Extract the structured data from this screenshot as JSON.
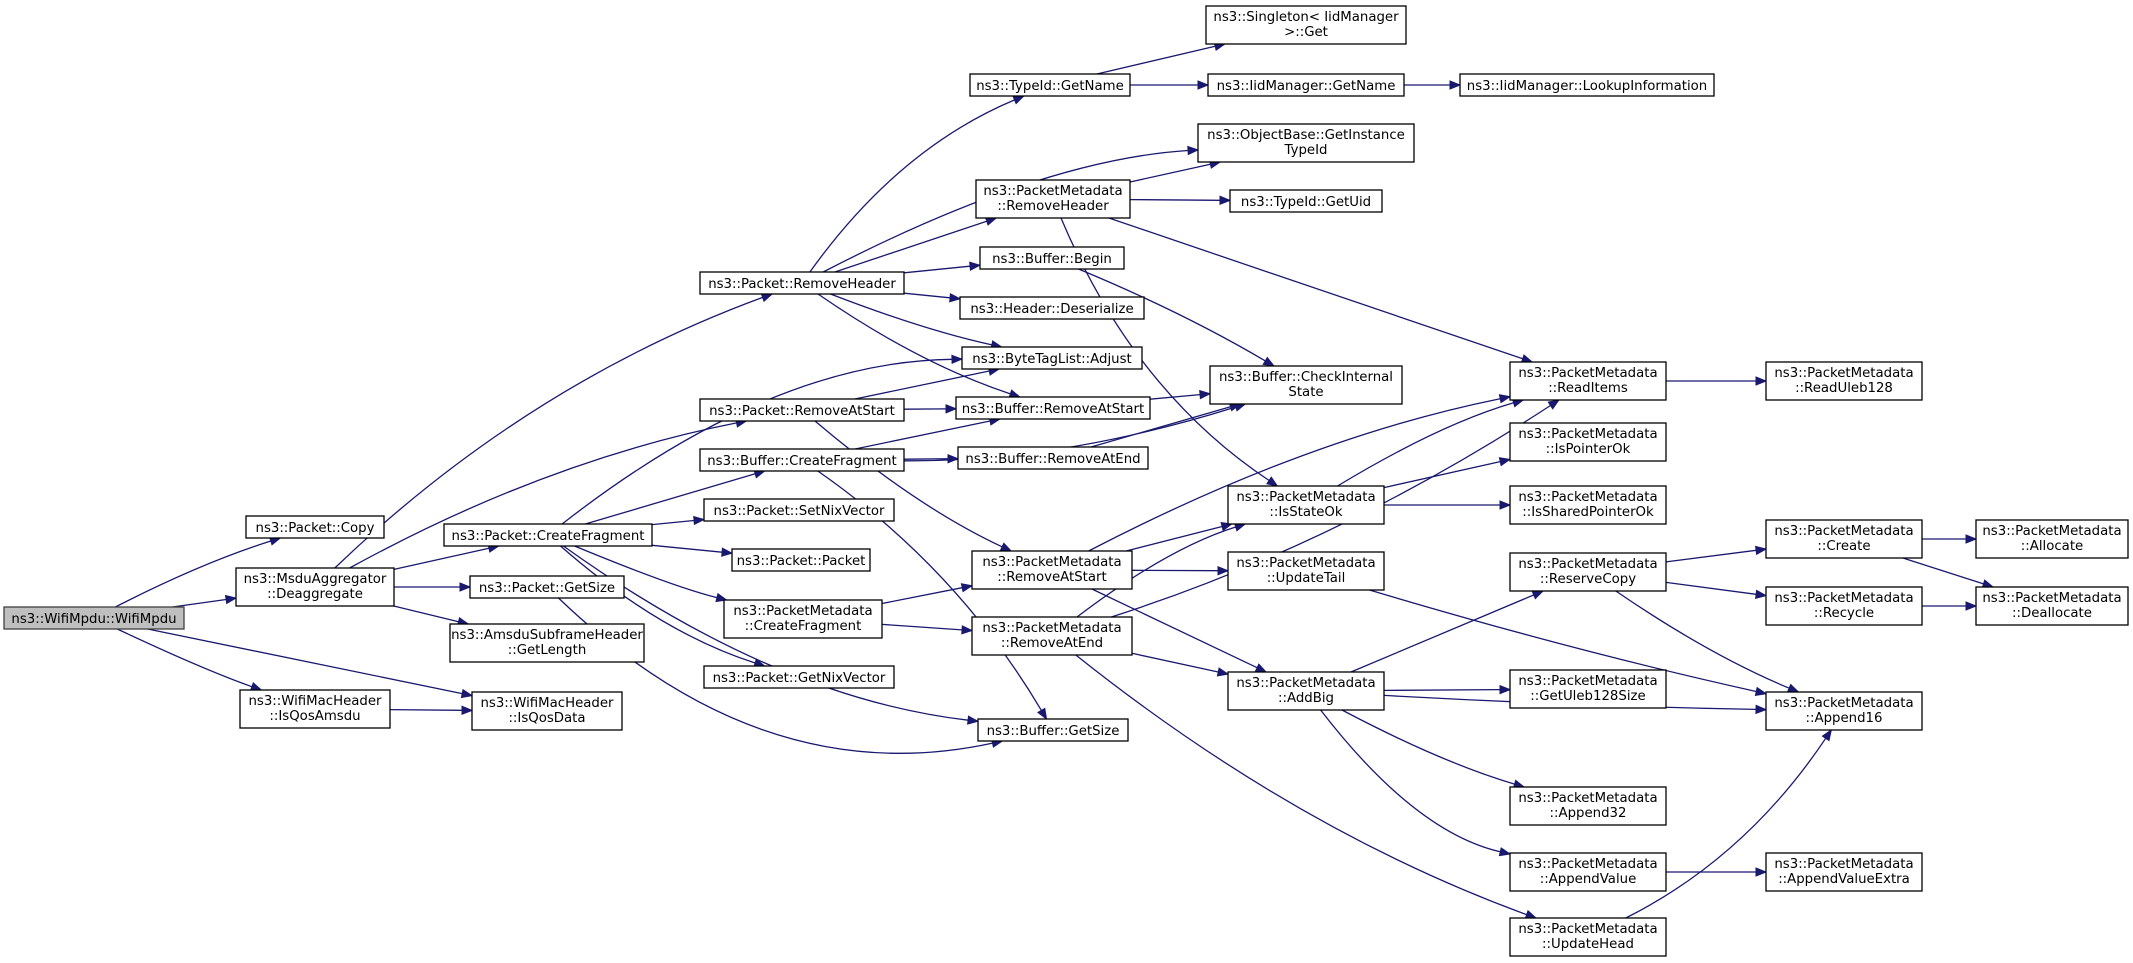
{
  "graph": {
    "nodes": [
      {
        "id": "wifi_mpdu",
        "lines": [
          "ns3::WifiMpdu::WifiMpdu"
        ],
        "root": true
      },
      {
        "id": "pkt_copy",
        "lines": [
          "ns3::Packet::Copy"
        ]
      },
      {
        "id": "msdu_deagg",
        "lines": [
          "ns3::MsduAggregator",
          "::Deaggregate"
        ]
      },
      {
        "id": "wmh_isqosamsdu",
        "lines": [
          "ns3::WifiMacHeader",
          "::IsQosAmsdu"
        ]
      },
      {
        "id": "wmh_isqosdata",
        "lines": [
          "ns3::WifiMacHeader",
          "::IsQosData"
        ]
      },
      {
        "id": "pkt_removeheader",
        "lines": [
          "ns3::Packet::RemoveHeader"
        ]
      },
      {
        "id": "pkt_removeatstart",
        "lines": [
          "ns3::Packet::RemoveAtStart"
        ]
      },
      {
        "id": "pkt_createfragment",
        "lines": [
          "ns3::Packet::CreateFragment"
        ]
      },
      {
        "id": "pkt_getsize",
        "lines": [
          "ns3::Packet::GetSize"
        ]
      },
      {
        "id": "amsdu_getlength",
        "lines": [
          "ns3::AmsduSubframeHeader",
          "::GetLength"
        ]
      },
      {
        "id": "typeid_getname",
        "lines": [
          "ns3::TypeId::GetName"
        ]
      },
      {
        "id": "buf_createfragment",
        "lines": [
          "ns3::Buffer::CreateFragment"
        ]
      },
      {
        "id": "pkt_setnixvector",
        "lines": [
          "ns3::Packet::SetNixVector"
        ]
      },
      {
        "id": "pkt_packet",
        "lines": [
          "ns3::Packet::Packet"
        ]
      },
      {
        "id": "pm_createfragment",
        "lines": [
          "ns3::PacketMetadata",
          "::CreateFragment"
        ]
      },
      {
        "id": "pkt_getnixvector",
        "lines": [
          "ns3::Packet::GetNixVector"
        ]
      },
      {
        "id": "pm_removeheader",
        "lines": [
          "ns3::PacketMetadata",
          "::RemoveHeader"
        ]
      },
      {
        "id": "buf_begin",
        "lines": [
          "ns3::Buffer::Begin"
        ]
      },
      {
        "id": "hdr_deserialize",
        "lines": [
          "ns3::Header::Deserialize"
        ]
      },
      {
        "id": "btl_adjust",
        "lines": [
          "ns3::ByteTagList::Adjust"
        ]
      },
      {
        "id": "buf_removeatstart",
        "lines": [
          "ns3::Buffer::RemoveAtStart"
        ]
      },
      {
        "id": "buf_removeatend",
        "lines": [
          "ns3::Buffer::RemoveAtEnd"
        ]
      },
      {
        "id": "pm_removeatstart",
        "lines": [
          "ns3::PacketMetadata",
          "::RemoveAtStart"
        ]
      },
      {
        "id": "pm_removeatend",
        "lines": [
          "ns3::PacketMetadata",
          "::RemoveAtEnd"
        ]
      },
      {
        "id": "buf_getsize",
        "lines": [
          "ns3::Buffer::GetSize"
        ]
      },
      {
        "id": "singleton_get",
        "lines": [
          "ns3::Singleton< IidManager",
          ">::Get"
        ]
      },
      {
        "id": "iid_getname",
        "lines": [
          "ns3::IidManager::GetName"
        ]
      },
      {
        "id": "iid_lookup",
        "lines": [
          "ns3::IidManager::LookupInformation"
        ]
      },
      {
        "id": "objbase_gettid",
        "lines": [
          "ns3::ObjectBase::GetInstance",
          "TypeId"
        ]
      },
      {
        "id": "typeid_getuid",
        "lines": [
          "ns3::TypeId::GetUid"
        ]
      },
      {
        "id": "buf_checkinternal",
        "lines": [
          "ns3::Buffer::CheckInternal",
          "State"
        ]
      },
      {
        "id": "pm_isstateok",
        "lines": [
          "ns3::PacketMetadata",
          "::IsStateOk"
        ]
      },
      {
        "id": "pm_updatetail",
        "lines": [
          "ns3::PacketMetadata",
          "::UpdateTail"
        ]
      },
      {
        "id": "pm_addbig",
        "lines": [
          "ns3::PacketMetadata",
          "::AddBig"
        ]
      },
      {
        "id": "pm_readitems",
        "lines": [
          "ns3::PacketMetadata",
          "::ReadItems"
        ]
      },
      {
        "id": "pm_ispointerok",
        "lines": [
          "ns3::PacketMetadata",
          "::IsPointerOk"
        ]
      },
      {
        "id": "pm_issharedpointerok",
        "lines": [
          "ns3::PacketMetadata",
          "::IsSharedPointerOk"
        ]
      },
      {
        "id": "pm_reservecopy",
        "lines": [
          "ns3::PacketMetadata",
          "::ReserveCopy"
        ]
      },
      {
        "id": "pm_getuleb128size",
        "lines": [
          "ns3::PacketMetadata",
          "::GetUleb128Size"
        ]
      },
      {
        "id": "pm_append32",
        "lines": [
          "ns3::PacketMetadata",
          "::Append32"
        ]
      },
      {
        "id": "pm_appendvalue",
        "lines": [
          "ns3::PacketMetadata",
          "::AppendValue"
        ]
      },
      {
        "id": "pm_updatehead",
        "lines": [
          "ns3::PacketMetadata",
          "::UpdateHead"
        ]
      },
      {
        "id": "pm_readuleb128",
        "lines": [
          "ns3::PacketMetadata",
          "::ReadUleb128"
        ]
      },
      {
        "id": "pm_create",
        "lines": [
          "ns3::PacketMetadata",
          "::Create"
        ]
      },
      {
        "id": "pm_recycle",
        "lines": [
          "ns3::PacketMetadata",
          "::Recycle"
        ]
      },
      {
        "id": "pm_append16",
        "lines": [
          "ns3::PacketMetadata",
          "::Append16"
        ]
      },
      {
        "id": "pm_appendvalueextra",
        "lines": [
          "ns3::PacketMetadata",
          "::AppendValueExtra"
        ]
      },
      {
        "id": "pm_allocate",
        "lines": [
          "ns3::PacketMetadata",
          "::Allocate"
        ]
      },
      {
        "id": "pm_deallocate",
        "lines": [
          "ns3::PacketMetadata",
          "::Deallocate"
        ]
      }
    ],
    "edges": [
      [
        "wifi_mpdu",
        "pkt_copy"
      ],
      [
        "wifi_mpdu",
        "msdu_deagg"
      ],
      [
        "wifi_mpdu",
        "wmh_isqosamsdu"
      ],
      [
        "wifi_mpdu",
        "wmh_isqosdata"
      ],
      [
        "wmh_isqosamsdu",
        "wmh_isqosdata"
      ],
      [
        "msdu_deagg",
        "pkt_removeheader"
      ],
      [
        "msdu_deagg",
        "pkt_removeatstart"
      ],
      [
        "msdu_deagg",
        "pkt_createfragment"
      ],
      [
        "msdu_deagg",
        "pkt_getsize"
      ],
      [
        "msdu_deagg",
        "amsdu_getlength"
      ],
      [
        "pkt_removeheader",
        "typeid_getname"
      ],
      [
        "pkt_removeheader",
        "objbase_gettid"
      ],
      [
        "pkt_removeheader",
        "pm_removeheader"
      ],
      [
        "pkt_removeheader",
        "buf_begin"
      ],
      [
        "pkt_removeheader",
        "hdr_deserialize"
      ],
      [
        "pkt_removeheader",
        "btl_adjust"
      ],
      [
        "pkt_removeheader",
        "buf_removeatstart"
      ],
      [
        "typeid_getname",
        "singleton_get"
      ],
      [
        "typeid_getname",
        "iid_getname"
      ],
      [
        "iid_getname",
        "iid_lookup"
      ],
      [
        "pm_removeheader",
        "objbase_gettid"
      ],
      [
        "pm_removeheader",
        "typeid_getuid"
      ],
      [
        "pm_removeheader",
        "pm_isstateok"
      ],
      [
        "pm_removeheader",
        "pm_readitems"
      ],
      [
        "buf_begin",
        "buf_checkinternal"
      ],
      [
        "pkt_removeatstart",
        "btl_adjust"
      ],
      [
        "pkt_removeatstart",
        "buf_removeatstart"
      ],
      [
        "pkt_removeatstart",
        "pm_removeatstart"
      ],
      [
        "pkt_createfragment",
        "btl_adjust"
      ],
      [
        "pkt_createfragment",
        "buf_createfragment"
      ],
      [
        "pkt_createfragment",
        "pkt_setnixvector"
      ],
      [
        "pkt_createfragment",
        "pkt_packet"
      ],
      [
        "pkt_createfragment",
        "pm_createfragment"
      ],
      [
        "pkt_createfragment",
        "pkt_getnixvector"
      ],
      [
        "pkt_createfragment",
        "buf_getsize"
      ],
      [
        "pkt_getsize",
        "buf_getsize"
      ],
      [
        "buf_createfragment",
        "buf_removeatstart"
      ],
      [
        "buf_createfragment",
        "buf_removeatend"
      ],
      [
        "buf_createfragment",
        "buf_checkinternal"
      ],
      [
        "buf_createfragment",
        "buf_getsize"
      ],
      [
        "buf_removeatstart",
        "buf_checkinternal"
      ],
      [
        "buf_removeatend",
        "buf_checkinternal"
      ],
      [
        "pm_createfragment",
        "pm_removeatstart"
      ],
      [
        "pm_createfragment",
        "pm_removeatend"
      ],
      [
        "pm_removeatstart",
        "pm_readitems"
      ],
      [
        "pm_removeatstart",
        "pm_isstateok"
      ],
      [
        "pm_removeatstart",
        "pm_updatetail"
      ],
      [
        "pm_removeatstart",
        "pm_addbig"
      ],
      [
        "pm_removeatend",
        "pm_isstateok"
      ],
      [
        "pm_removeatend",
        "pm_readitems"
      ],
      [
        "pm_removeatend",
        "pm_addbig"
      ],
      [
        "pm_removeatend",
        "pm_updatehead"
      ],
      [
        "pm_isstateok",
        "pm_readitems"
      ],
      [
        "pm_isstateok",
        "pm_ispointerok"
      ],
      [
        "pm_isstateok",
        "pm_issharedpointerok"
      ],
      [
        "pm_updatetail",
        "pm_append16"
      ],
      [
        "pm_addbig",
        "pm_reservecopy"
      ],
      [
        "pm_addbig",
        "pm_getuleb128size"
      ],
      [
        "pm_addbig",
        "pm_append16"
      ],
      [
        "pm_addbig",
        "pm_append32"
      ],
      [
        "pm_addbig",
        "pm_appendvalue"
      ],
      [
        "pm_readitems",
        "pm_readuleb128"
      ],
      [
        "pm_reservecopy",
        "pm_create"
      ],
      [
        "pm_reservecopy",
        "pm_recycle"
      ],
      [
        "pm_reservecopy",
        "pm_append16"
      ],
      [
        "pm_create",
        "pm_allocate"
      ],
      [
        "pm_create",
        "pm_deallocate"
      ],
      [
        "pm_recycle",
        "pm_deallocate"
      ],
      [
        "pm_appendvalue",
        "pm_appendvalueextra"
      ],
      [
        "pm_updatehead",
        "pm_append16"
      ]
    ]
  },
  "colors": {
    "edge": "#191970",
    "root_fill": "#bfbfbf",
    "node_fill": "#ffffff",
    "node_stroke": "#000000"
  }
}
